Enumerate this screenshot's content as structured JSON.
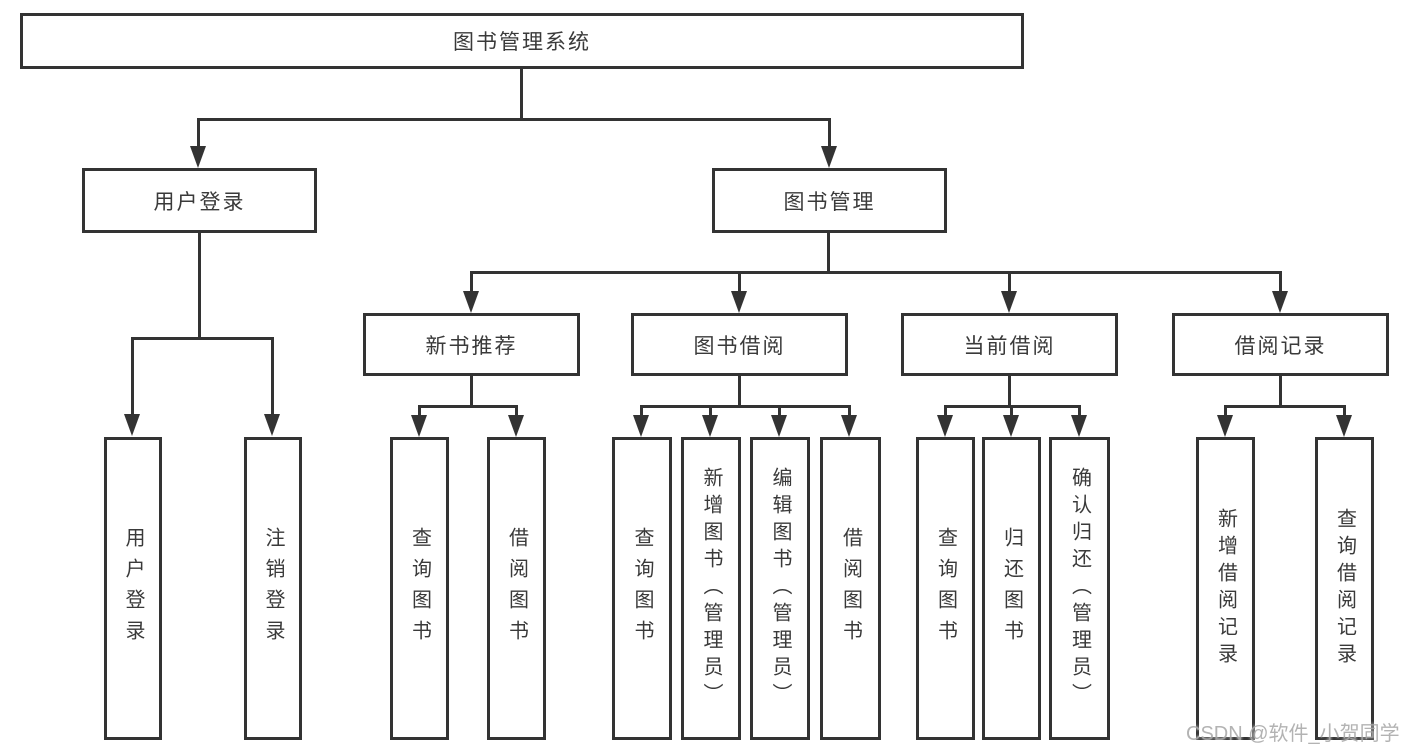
{
  "diagram": {
    "type": "tree",
    "root": {
      "label": "图书管理系统",
      "children": [
        {
          "label": "用户登录",
          "children": [
            {
              "label": "用户登录"
            },
            {
              "label": "注销登录"
            }
          ]
        },
        {
          "label": "图书管理",
          "children": [
            {
              "label": "新书推荐",
              "children": [
                {
                  "label": "查询图书"
                },
                {
                  "label": "借阅图书"
                }
              ]
            },
            {
              "label": "图书借阅",
              "children": [
                {
                  "label": "查询图书"
                },
                {
                  "label": "新增图书（管理员）"
                },
                {
                  "label": "编辑图书（管理员）"
                },
                {
                  "label": "借阅图书"
                }
              ]
            },
            {
              "label": "当前借阅",
              "children": [
                {
                  "label": "查询图书"
                },
                {
                  "label": "归还图书"
                },
                {
                  "label": "确认归还（管理员）"
                }
              ]
            },
            {
              "label": "借阅记录",
              "children": [
                {
                  "label": "新增借阅记录"
                },
                {
                  "label": "查询借阅记录"
                }
              ]
            }
          ]
        }
      ]
    }
  },
  "watermark": {
    "text": "CSDN @软件_小贺同学"
  },
  "colors": {
    "line": "#333333",
    "text": "#3a3a3a",
    "background": "#ffffff",
    "watermark": "#ababab"
  }
}
